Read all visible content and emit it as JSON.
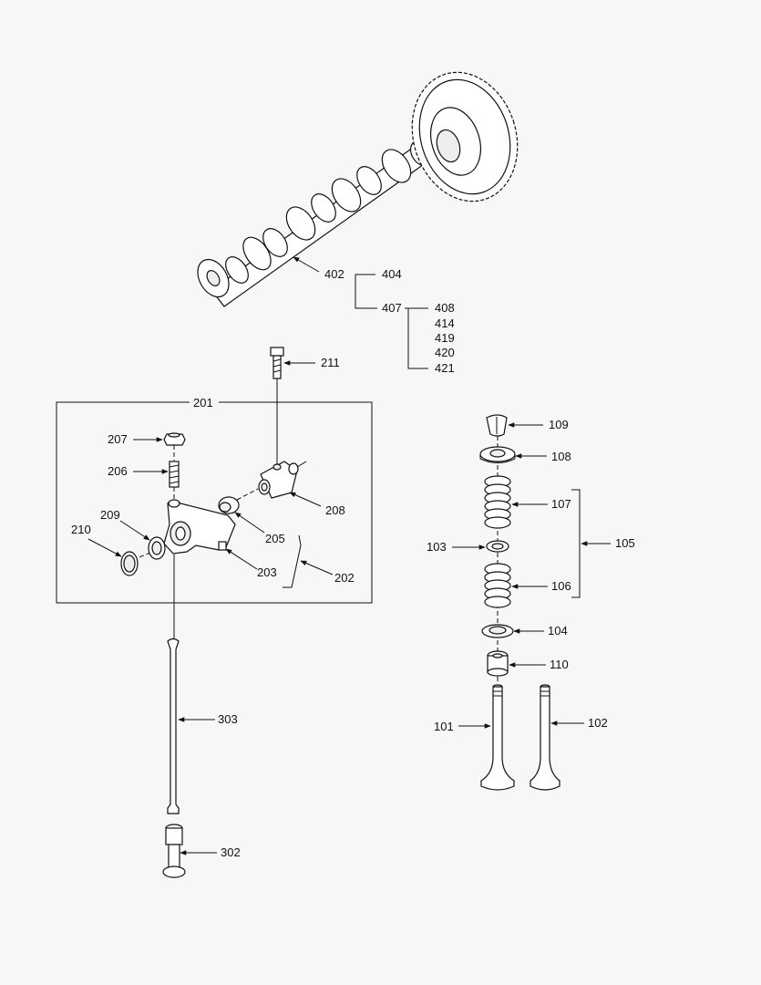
{
  "labels": {
    "l402": "402",
    "l404": "404",
    "l407": "407",
    "l408": "408",
    "l414": "414",
    "l419": "419",
    "l420": "420",
    "l421": "421",
    "l211": "211",
    "l201": "201",
    "l207": "207",
    "l206": "206",
    "l208": "208",
    "l209": "209",
    "l210": "210",
    "l205": "205",
    "l203": "203",
    "l202": "202",
    "l303": "303",
    "l302": "302",
    "l109": "109",
    "l108": "108",
    "l107": "107",
    "l103": "103",
    "l105": "105",
    "l106": "106",
    "l104": "104",
    "l110": "110",
    "l101": "101",
    "l102": "102"
  }
}
